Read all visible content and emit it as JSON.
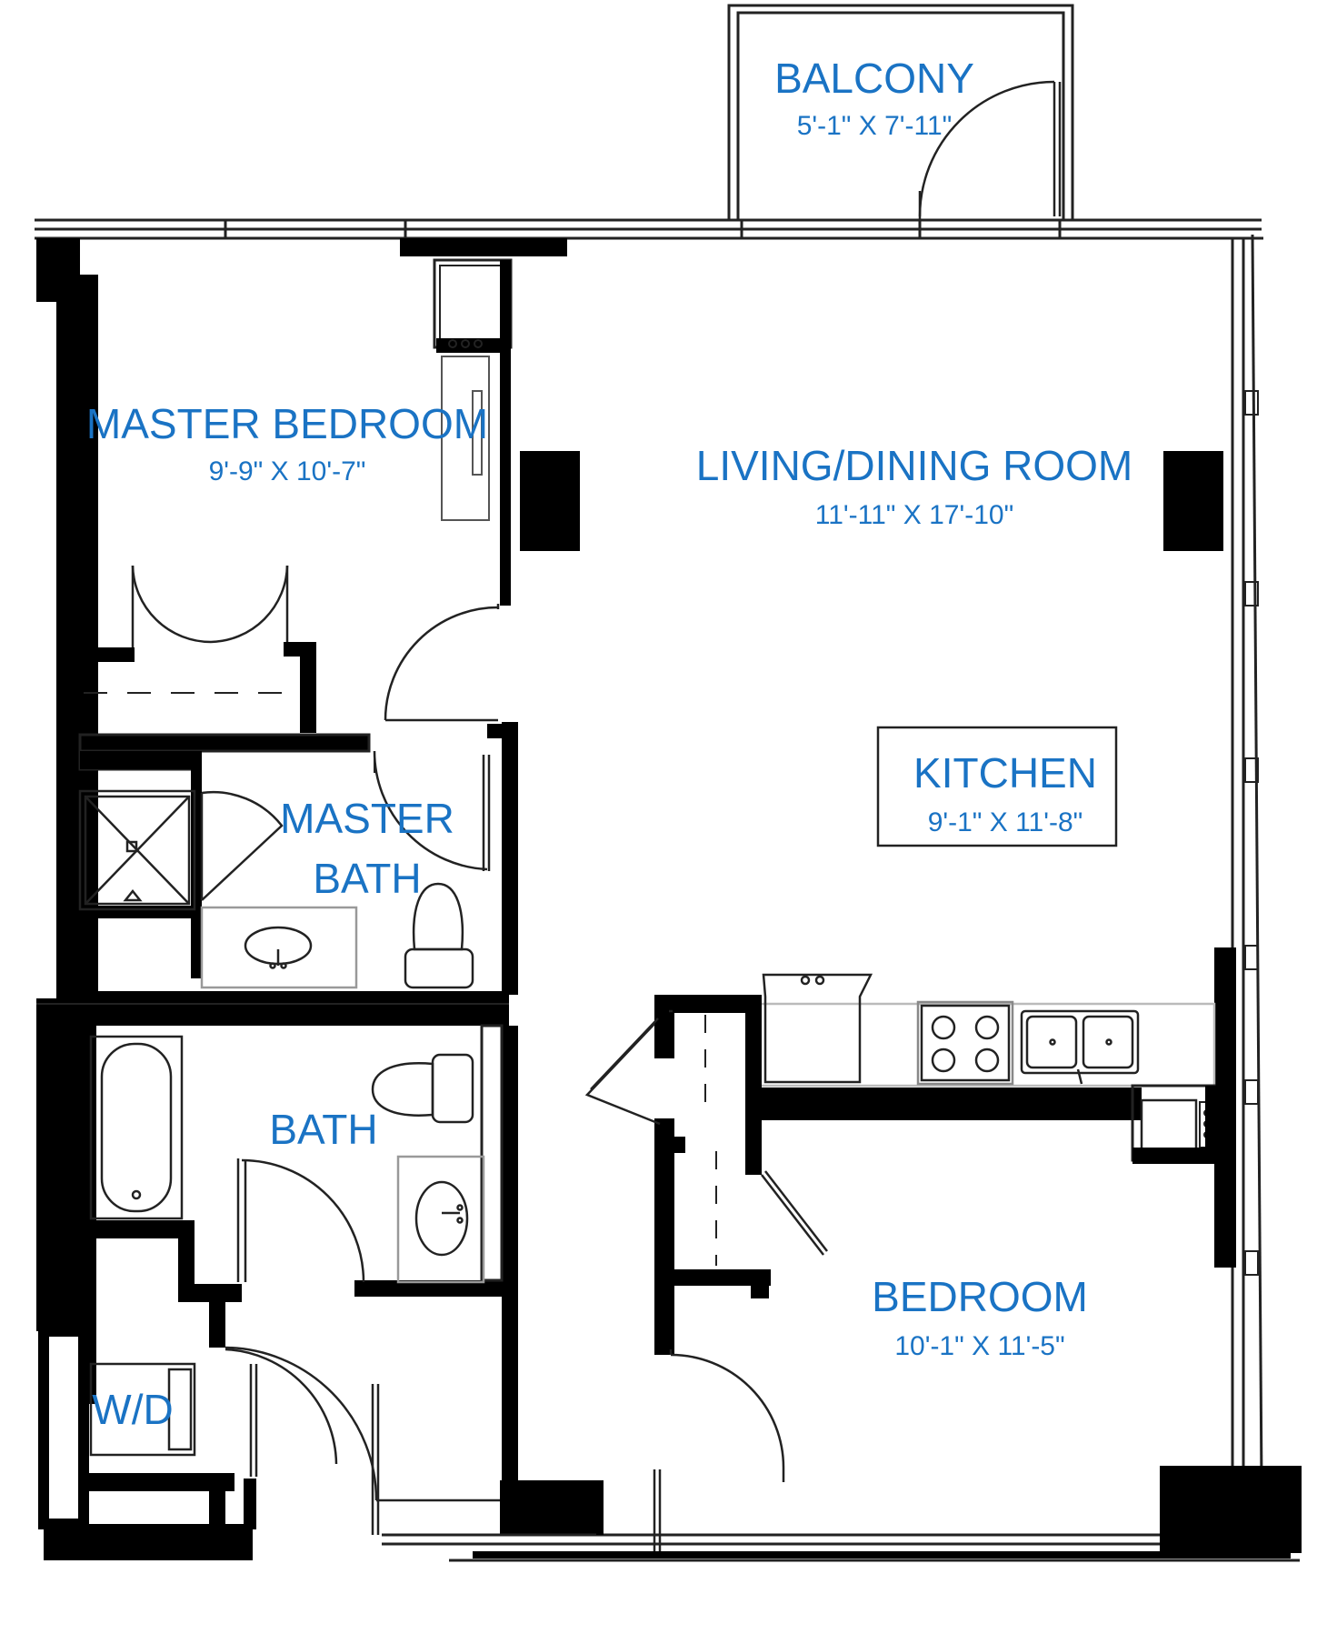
{
  "colors": {
    "label": "#1a73c4",
    "wall": "#000000",
    "fixture": "#222222",
    "background": "#ffffff"
  },
  "rooms": {
    "balcony": {
      "name": "BALCONY",
      "dims": "5'-1\" X 7'-11\""
    },
    "master_bedroom": {
      "name": "MASTER BEDROOM",
      "dims": "9'-9\" X 10'-7\""
    },
    "living_dining": {
      "name": "LIVING/DINING ROOM",
      "dims": "11'-11\" X 17'-10\""
    },
    "master_bath": {
      "name_line1": "MASTER",
      "name_line2": "BATH"
    },
    "kitchen": {
      "name": "KITCHEN",
      "dims": "9'-1\" X 11'-8\""
    },
    "bath": {
      "name": "BATH"
    },
    "bedroom": {
      "name": "BEDROOM",
      "dims": "10'-1\" X 11'-5\""
    },
    "laundry": {
      "name": "W/D"
    }
  }
}
